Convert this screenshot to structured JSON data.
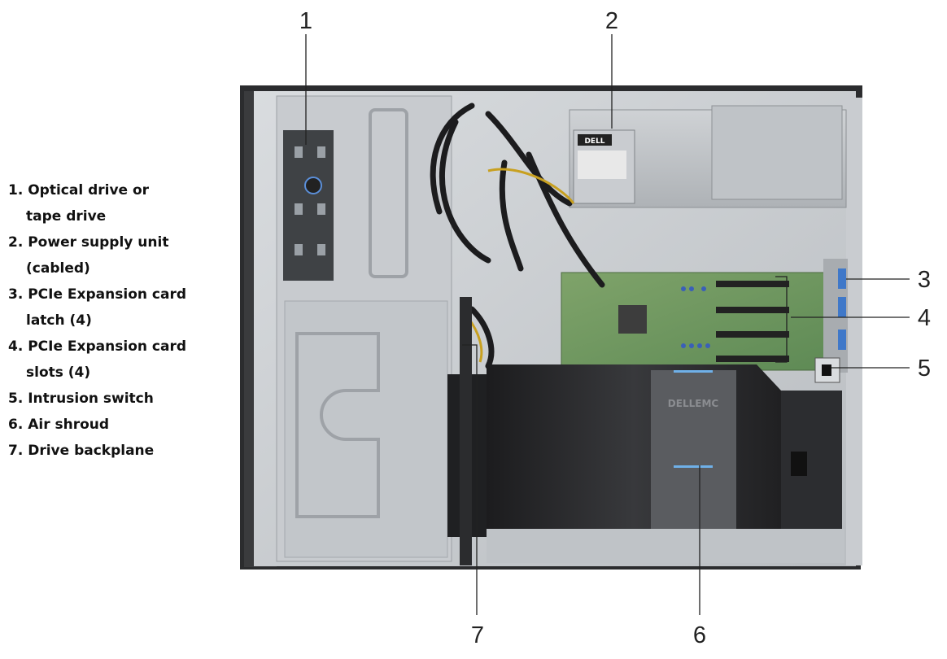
{
  "legend": {
    "items": [
      {
        "number": "1.",
        "lines": [
          "Optical drive or",
          "tape drive"
        ]
      },
      {
        "number": "2.",
        "lines": [
          "Power supply unit",
          "(cabled)"
        ]
      },
      {
        "number": "3.",
        "lines": [
          "PCIe Expansion card",
          "latch (4)"
        ]
      },
      {
        "number": "4.",
        "lines": [
          "PCIe Expansion card",
          "slots (4)"
        ]
      },
      {
        "number": "5.",
        "lines": [
          "Intrusion switch"
        ]
      },
      {
        "number": "6.",
        "lines": [
          "Air shroud"
        ]
      },
      {
        "number": "7.",
        "lines": [
          "Drive backplane"
        ]
      }
    ]
  },
  "callouts": [
    "1",
    "2",
    "3",
    "4",
    "5",
    "6",
    "7"
  ],
  "psu_brand": "DELL",
  "shroud_brand": "DELLEMC"
}
